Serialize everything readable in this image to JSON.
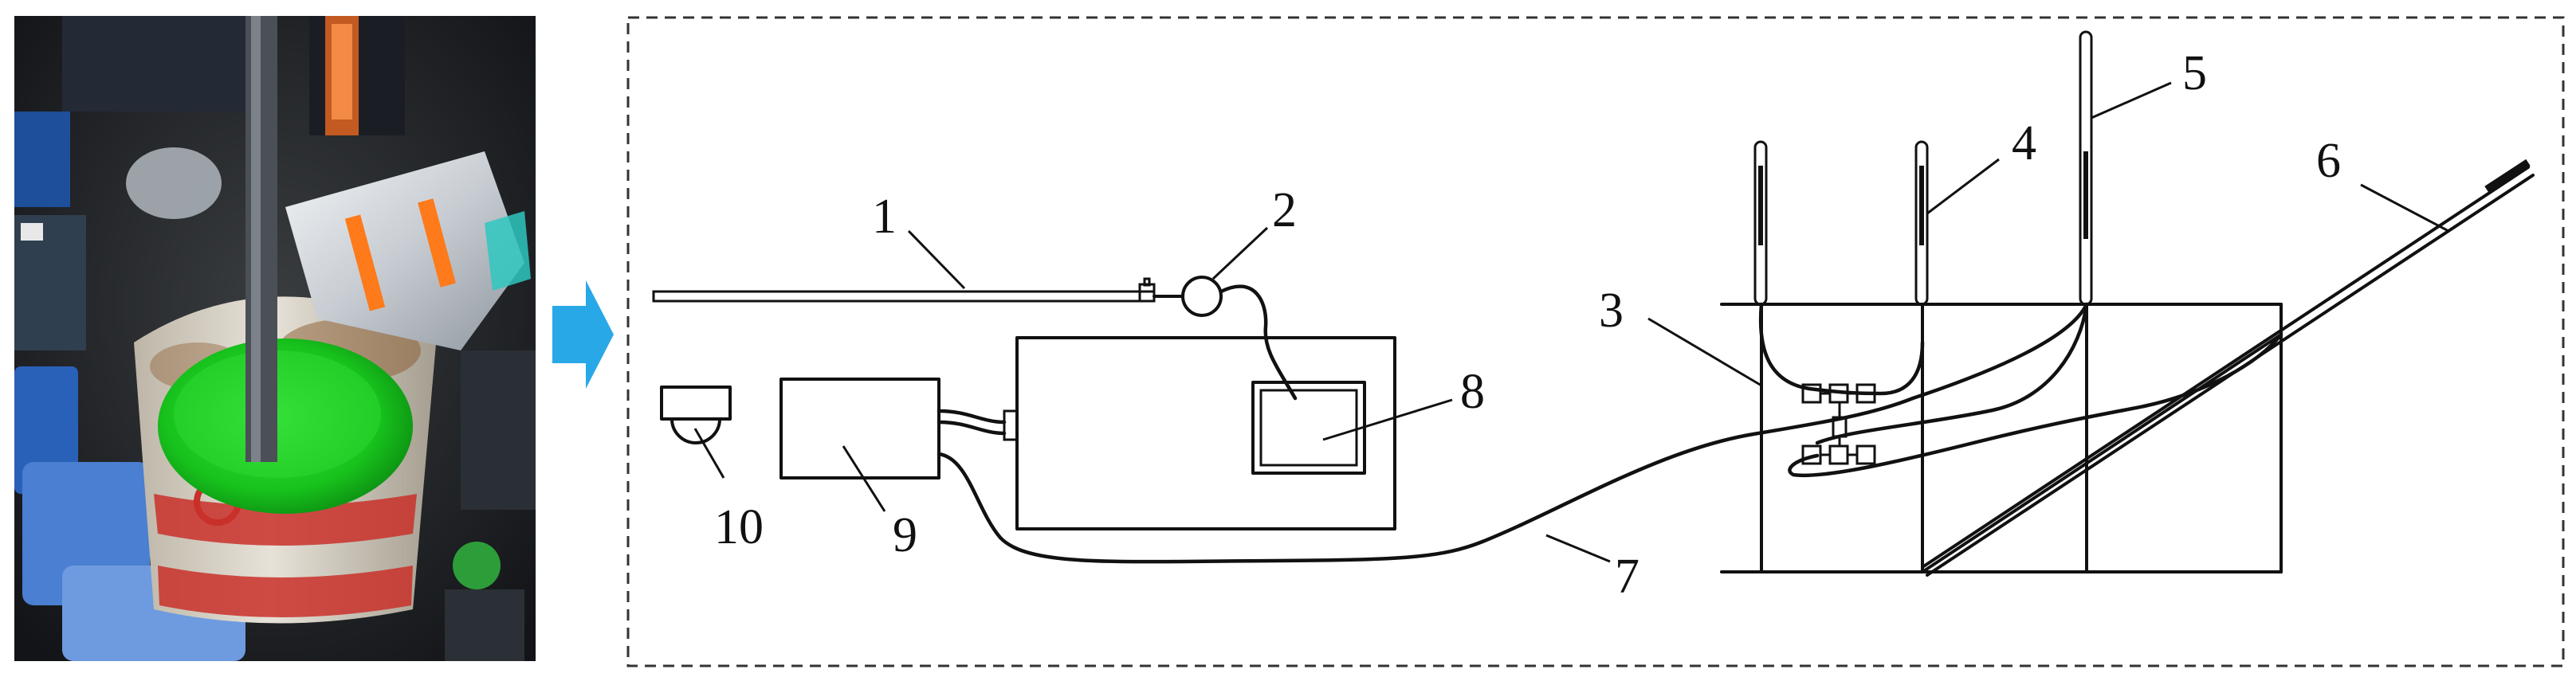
{
  "figure": {
    "photo_icon": "mixing-bucket-photo",
    "arrow_icon": "right-arrow-icon",
    "arrow_color": "#29A8E8",
    "frame_style": "dashed",
    "labels": {
      "l1": "1",
      "l2": "2",
      "l3": "3",
      "l4": "4",
      "l5": "5",
      "l6": "6",
      "l7": "7",
      "l8": "8",
      "l9": "9",
      "l10": "10"
    }
  }
}
